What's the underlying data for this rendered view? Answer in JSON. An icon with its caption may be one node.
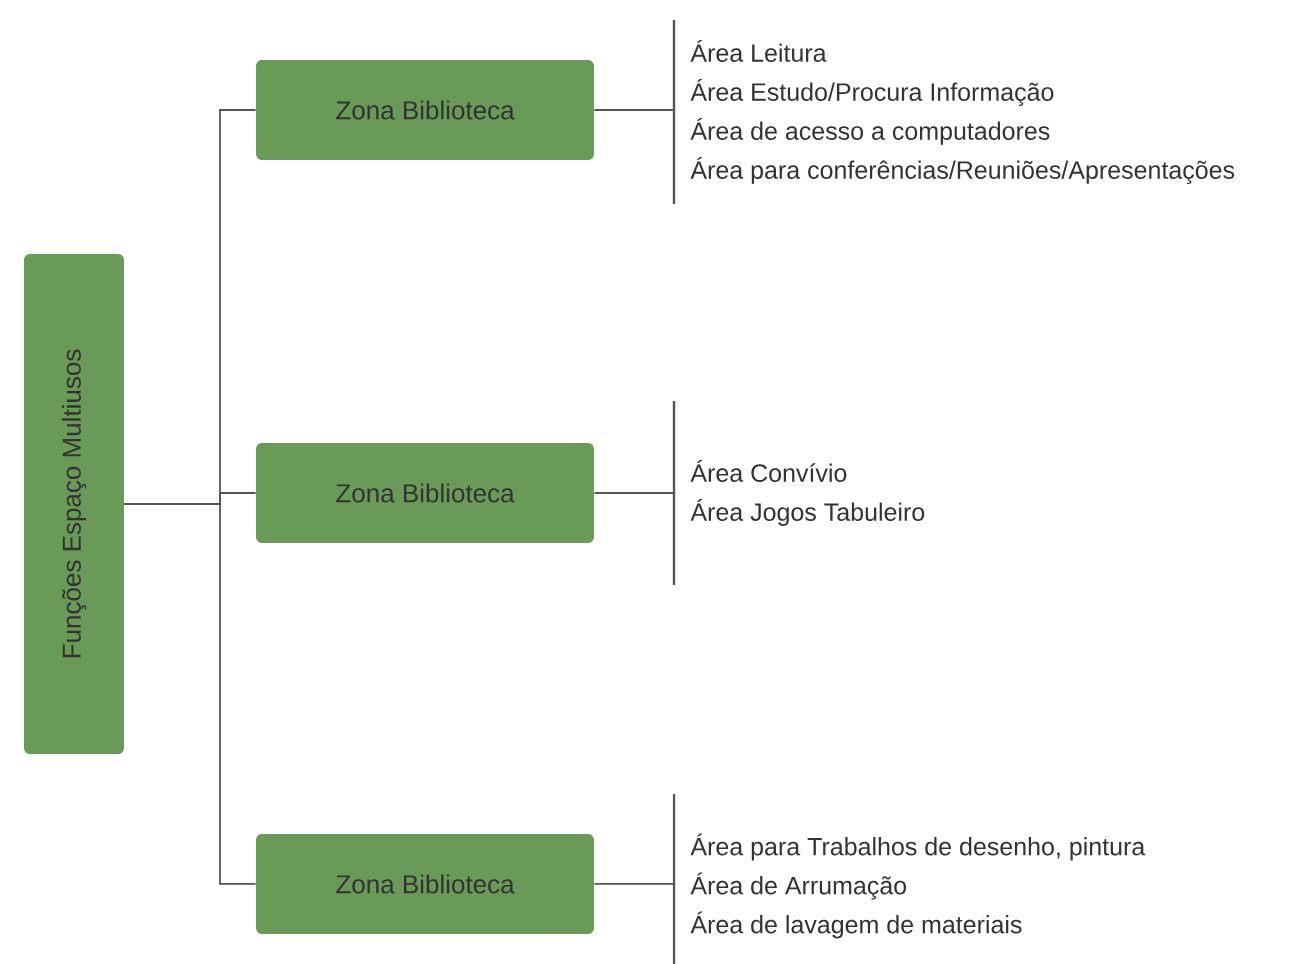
{
  "diagram": {
    "nodes": [
      {
        "text": [
          "Funções Espaço Multiusos"
        ]
      },
      {
        "text": [
          "Zona Biblioteca"
        ]
      },
      {
        "text": [
          "Zona Biblioteca"
        ]
      },
      {
        "text": [
          "Zona Biblioteca"
        ]
      },
      {
        "text": [
          "Área Leitura",
          "Área Estudo/Procura Informação",
          "Área de acesso a computadores",
          "Área para conferências/Reuniões/Apresentações"
        ]
      },
      {
        "text": [
          "Área Convívio",
          "Área Jogos Tabuleiro"
        ]
      },
      {
        "text": [
          "Área para Trabalhos de desenho, pintura",
          "Área de Arrumação",
          "Área de lavagem de materiais"
        ]
      }
    ],
    "edges": [
      {
        "from": 0,
        "to": 1,
        "arrow": "none"
      },
      {
        "from": 0,
        "to": 2,
        "arrow": "none"
      },
      {
        "from": 0,
        "to": 3,
        "arrow": "none"
      },
      {
        "from": 1,
        "to": 4,
        "arrow": "none"
      },
      {
        "from": 2,
        "to": 5,
        "arrow": "none"
      },
      {
        "from": 3,
        "to": 6,
        "arrow": "none"
      }
    ]
  }
}
